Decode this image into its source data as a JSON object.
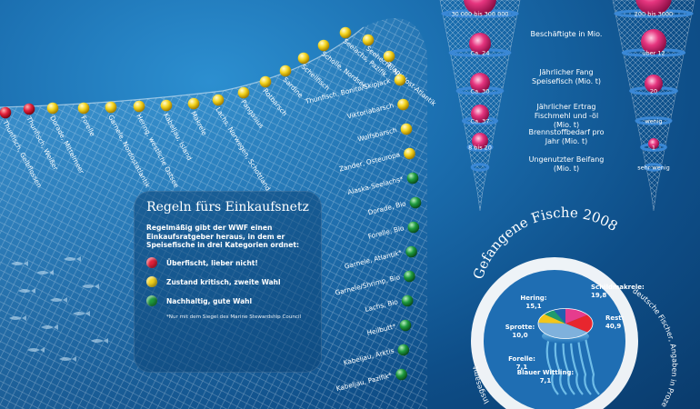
{
  "title": "Gefangene Fische 2008",
  "side_caption": "deutsche Fischer, Angaben in Prozent",
  "bottom_caption": "Insgesamt",
  "legend": {
    "heading": "Regeln fürs Einkaufsnetz",
    "intro": "Regelmäßig gibt der WWF einen Einkaufsratgeber heraus, in dem er Speisefische in drei Kategorien ordnet:",
    "items": [
      {
        "label": "Überfischt, lieber nicht!",
        "color": "#e2203a"
      },
      {
        "label": "Zustand kritisch, zweite Wahl",
        "color": "#f2d21c"
      },
      {
        "label": "Nachhaltig, gute Wahl",
        "color": "#1e9a3e"
      }
    ],
    "footnote": "*Nur mit dem Siegel des Marine Stewardship Council"
  },
  "fish_list": {
    "red": [
      {
        "label": "Thunfisch, Gelbflossen"
      },
      {
        "label": "Thunfisch, Weißer"
      }
    ],
    "yellow": [
      {
        "label": "Dorade, Mittelmeer"
      },
      {
        "label": "Forelle"
      },
      {
        "label": "Garnele, Nordostatlantik"
      },
      {
        "label": "Hering, westliche Ostsee"
      },
      {
        "label": "Kabeljau, Island"
      },
      {
        "label": "Makrele"
      },
      {
        "label": "Lachs, Norwegen, Schottland"
      },
      {
        "label": "Pangasius"
      },
      {
        "label": "Rotbarsch"
      },
      {
        "label": "Sardine"
      },
      {
        "label": "Schellfisch"
      },
      {
        "label": "Scholle, Nordsee"
      },
      {
        "label": "Seelachs, Pazifik"
      },
      {
        "label": "Seehecht, Nordost-Atlantik"
      },
      {
        "label": "Tilapia"
      },
      {
        "label": "Thunfisch, Bonito/Skipjack"
      },
      {
        "label": "Viktoriabarsch"
      },
      {
        "label": "Wolfsbarsch"
      },
      {
        "label": "Zander, Osteuropa"
      }
    ],
    "green": [
      {
        "label": "Alaska-Seelachs*"
      },
      {
        "label": "Dorade, Bio"
      },
      {
        "label": "Forelle, Bio"
      },
      {
        "label": "Garnele, Atlantik*"
      },
      {
        "label": "Garnele/Shrimp, Bio"
      },
      {
        "label": "Lachs, Bio"
      },
      {
        "label": "Heilbutt*"
      },
      {
        "label": "Kabeljau, Arktis"
      },
      {
        "label": "Kabeljau, Pazifik*"
      }
    ]
  },
  "comparison": {
    "tiers": [
      {
        "label": "Beschäftigte in Mio."
      },
      {
        "label": "Jährlicher Fang Speisefisch (Mio. t)"
      },
      {
        "label": "Jährlicher Ertrag Fischmehl und -öl (Mio. t)"
      },
      {
        "label": "Brennstoffbedarf pro Jahr (Mio. t)"
      },
      {
        "label": "Ungenutzter Beifang (Mio. t)"
      }
    ],
    "left_values": [
      "30 000 bis 300 000",
      "Ca. 24",
      "Ca. 30",
      "Ca. 37",
      "8 bis 20"
    ],
    "right_values": [
      "200 bis 3000",
      "über 12",
      "20",
      "wenig",
      "1",
      "sehr wenig"
    ]
  },
  "chart_data": {
    "type": "pie",
    "title": "Gefangene Fische 2008",
    "categories": [
      "Hering",
      "Schildmakrele",
      "Rest",
      "Sprotte",
      "Forelle",
      "Blauer Wittling"
    ],
    "values": [
      15.1,
      19.8,
      40.9,
      10.0,
      7.1,
      7.1
    ],
    "value_labels": [
      "15,1",
      "19,8",
      "40,9",
      "10,0",
      "7,1",
      "7,1"
    ],
    "colors": [
      "#e63c8d",
      "#e8262e",
      "#7fb1dc",
      "#f3c61a",
      "#1f9a6e",
      "#2160b0"
    ]
  }
}
